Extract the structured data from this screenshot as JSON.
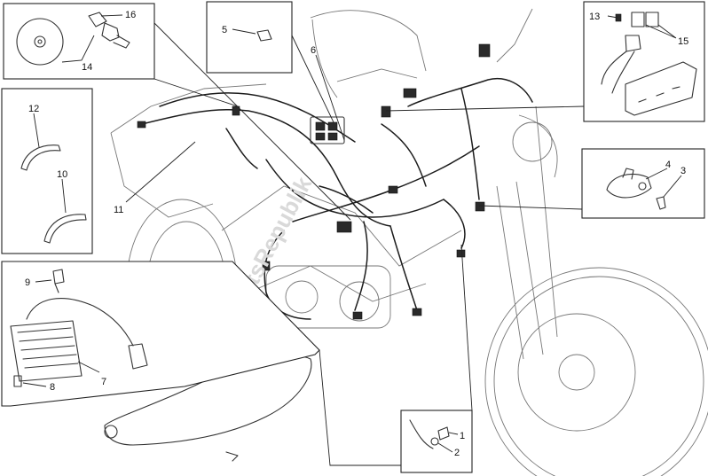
{
  "diagram": {
    "watermark": "PartsRepublik",
    "callouts": [
      {
        "id": "c1",
        "text": "1"
      },
      {
        "id": "c2",
        "text": "2"
      },
      {
        "id": "c3",
        "text": "3"
      },
      {
        "id": "c4",
        "text": "4"
      },
      {
        "id": "c5",
        "text": "5"
      },
      {
        "id": "c6",
        "text": "6"
      },
      {
        "id": "c7",
        "text": "7"
      },
      {
        "id": "c8",
        "text": "8"
      },
      {
        "id": "c9",
        "text": "9"
      },
      {
        "id": "c10",
        "text": "10"
      },
      {
        "id": "c11",
        "text": "11"
      },
      {
        "id": "c12",
        "text": "12"
      },
      {
        "id": "c13",
        "text": "13"
      },
      {
        "id": "c14",
        "text": "14"
      },
      {
        "id": "c15",
        "text": "15"
      },
      {
        "id": "c16",
        "text": "16"
      }
    ]
  }
}
